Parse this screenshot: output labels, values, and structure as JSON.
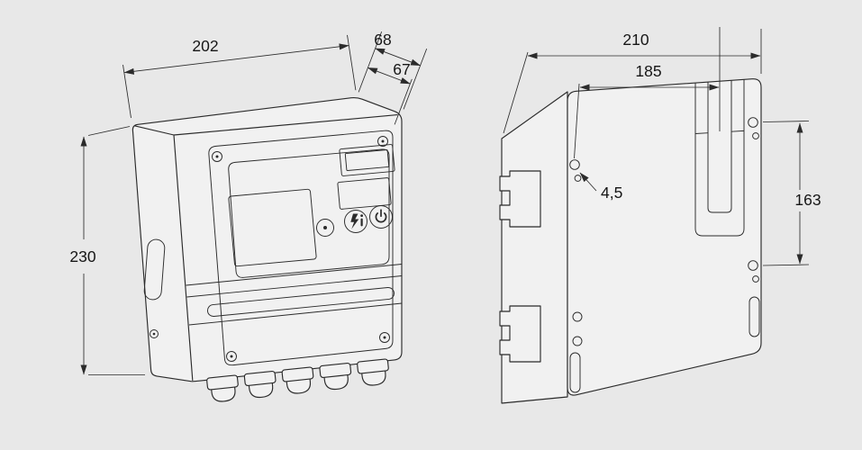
{
  "drawing": {
    "front_view": {
      "width": "202",
      "depth_overall": "68",
      "depth_housing": "67",
      "height": "230"
    },
    "rear_view": {
      "width": "210",
      "mounting_width": "185",
      "hole_diameter": "4,5",
      "hole_spacing": "163"
    },
    "colors": {
      "background": "#e8e8e8",
      "surface": "#f1f1f1",
      "line": "#2b2b2b",
      "text": "#161616"
    },
    "icons": {
      "power_button": "power-icon",
      "reset_button": "flash-info-icon",
      "led_indicator": "led-dot-icon"
    }
  }
}
